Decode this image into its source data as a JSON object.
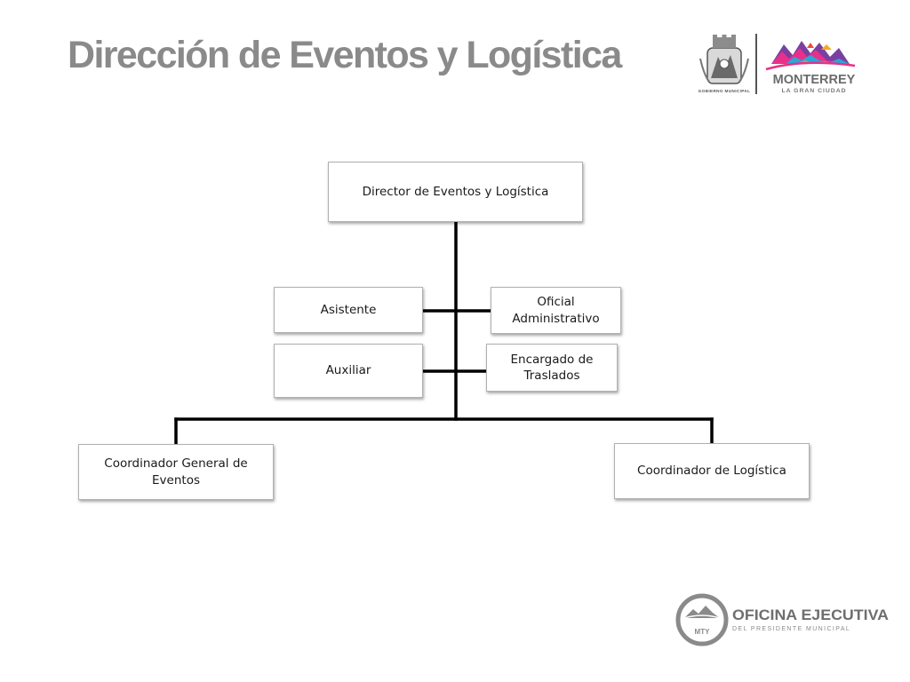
{
  "slide": {
    "title": "Dirección de Eventos y Logística"
  },
  "logos": {
    "municipal_seal_caption": "GOBIERNO MUNICIPAL",
    "city_name": "MONTERREY",
    "city_tagline": "LA GRAN CIUDAD",
    "office_badge": "MTY",
    "office_name": "OFICINA EJECUTIVA",
    "office_subtitle": "DEL PRESIDENTE MUNICIPAL",
    "city_logo_colors": [
      "#e8308a",
      "#7b3fa0",
      "#2aa6d9",
      "#9bc53d",
      "#f7a823",
      "#e94e3c"
    ]
  },
  "org_chart": {
    "director": "Director de Eventos y Logística",
    "assistant": "Asistente",
    "auxiliary": "Auxiliar",
    "administrative_officer": "Oficial Administrativo",
    "transfers_manager": "Encargado de Traslados",
    "general_events_coordinator": "Coordinador General de Eventos",
    "logistics_coordinator": "Coordinador de Logística"
  }
}
